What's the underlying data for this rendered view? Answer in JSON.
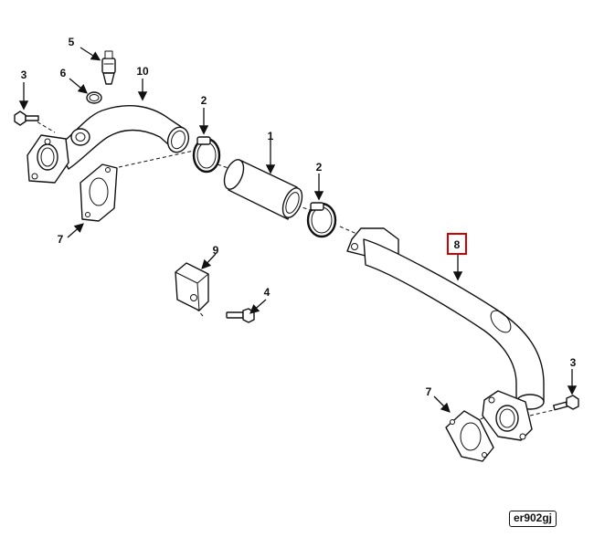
{
  "callouts": {
    "c1": "1",
    "c2a": "2",
    "c2b": "2",
    "c3a": "3",
    "c3b": "3",
    "c4": "4",
    "c5": "5",
    "c6": "6",
    "c7a": "7",
    "c7b": "7",
    "c8": "8",
    "c9": "9",
    "c10": "10"
  },
  "highlighted_callout": "8",
  "reference_code": "er902gj",
  "colors": {
    "line": "#111111",
    "highlight": "#d40000",
    "background": "#ffffff"
  }
}
